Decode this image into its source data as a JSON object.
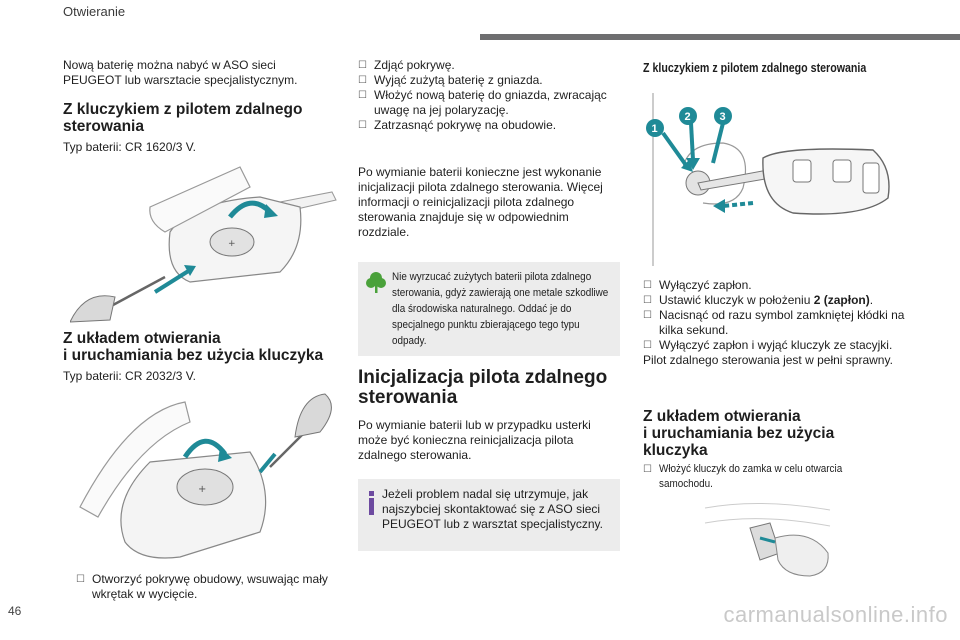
{
  "header": {
    "section": "Otwieranie",
    "bar_color": "#6e6e70"
  },
  "col1": {
    "intro": "Nową baterię można nabyć w ASO sieci PEUGEOT lub warsztacie specjalistycznym.",
    "remote_heading": "Z kluczykiem z pilotem zdalnego sterowania",
    "remote_battery": "Typ baterii: CR 1620/3 V.",
    "keyless_heading_l1": "Z układem otwierania",
    "keyless_heading_l2": "i uruchamiania bez użycia kluczyka",
    "keyless_battery": "Typ baterii: CR 2032/3 V.",
    "open_cover_step": "Otworzyć pokrywę obudowy, wsuwając mały wkrętak w wycięcie."
  },
  "col2": {
    "steps": [
      "Zdjąć pokrywę.",
      "Wyjąć zużytą baterię z gniazda.",
      "Włożyć nową baterię do gniazda, zwracając uwagę na jej polaryzację.",
      "Zatrzasnąć pokrywę na obudowie."
    ],
    "after_replace": "Po wymianie baterii konieczne jest wykonanie inicjalizacji pilota zdalnego sterowania. Więcej informacji o reinicjalizacji pilota zdalnego sterowania znajduje się w odpowiednim rozdziale.",
    "eco_note": "Nie wyrzucać zużytych baterii pilota zdalnego sterowania, gdyż zawierają one metale szkodliwe dla środowiska naturalnego. Oddać je do specjalnego punktu zbierającego tego typu odpady.",
    "init_heading": "Inicjalizacja pilota zdalnego sterowania",
    "init_text": "Po wymianie baterii lub w przypadku usterki może być konieczna reinicjalizacja pilota zdalnego sterowania.",
    "info_note": "Jeżeli problem nadal się utrzymuje, jak najszybciej skontaktować się z ASO sieci PEUGEOT lub z warsztat specjalistyczny."
  },
  "col3": {
    "remote_heading": "Z kluczykiem z pilotem zdalnego sterowania",
    "callouts": [
      "1",
      "2",
      "3"
    ],
    "step1": "Wyłączyć zapłon.",
    "step2_pre": "Ustawić kluczyk w położeniu ",
    "step2_bold": "2 (zapłon)",
    "step2_post": ".",
    "step3": "Nacisnąć od razu symbol zamkniętej kłódki na kilka sekund.",
    "step4": "Wyłączyć zapłon i wyjąć kluczyk ze stacyjki.",
    "result": "Pilot zdalnego sterowania jest w pełni sprawny.",
    "keyless_heading_l1": "Z układem otwierania",
    "keyless_heading_l2": "i uruchamiania bez użycia",
    "keyless_heading_l3": "kluczyka",
    "keyless_step": "Włożyć kluczyk do zamka w celu otwarcia samochodu."
  },
  "footer": {
    "page_number": "46",
    "watermark": "carmanualsonline.info"
  },
  "colors": {
    "accent_teal": "#1f8a97",
    "eco_green": "#4aa13a",
    "info_purple": "#6d4aa0",
    "note_bg": "#ececec"
  }
}
